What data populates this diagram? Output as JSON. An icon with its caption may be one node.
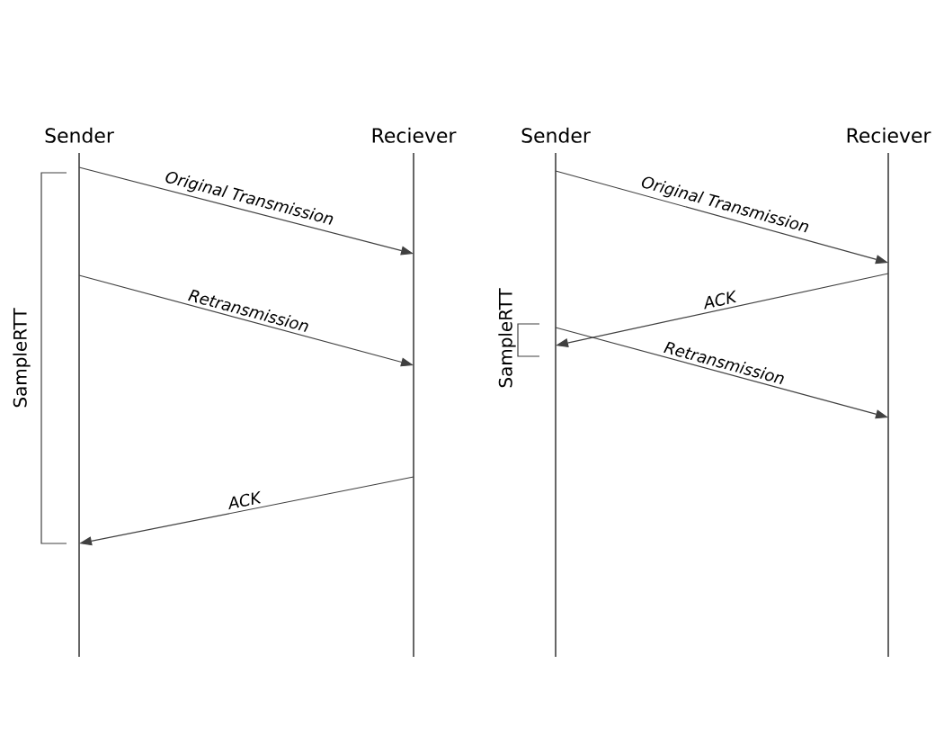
{
  "diagram": {
    "nodes": [
      {
        "text": [
          "Sender"
        ]
      },
      {
        "text": [
          "Reciever"
        ]
      },
      {
        "text": [
          "Sender"
        ]
      },
      {
        "text": [
          "Reciever"
        ]
      }
    ],
    "edges": [
      {
        "from": 0,
        "to": 1,
        "arrow": "to",
        "label": "Original Transmission"
      },
      {
        "from": 0,
        "to": 1,
        "arrow": "to",
        "label": "Retransmission"
      },
      {
        "from": 1,
        "to": 0,
        "arrow": "to",
        "label": "ACK"
      },
      {
        "from": 2,
        "to": 3,
        "arrow": "to",
        "label": "Original Transmission"
      },
      {
        "from": 3,
        "to": 2,
        "arrow": "to",
        "label": "ACK"
      },
      {
        "from": 2,
        "to": 3,
        "arrow": "to",
        "label": "Retransmission"
      }
    ],
    "labels": [
      "SampleRTT",
      "SampleRTT"
    ]
  }
}
